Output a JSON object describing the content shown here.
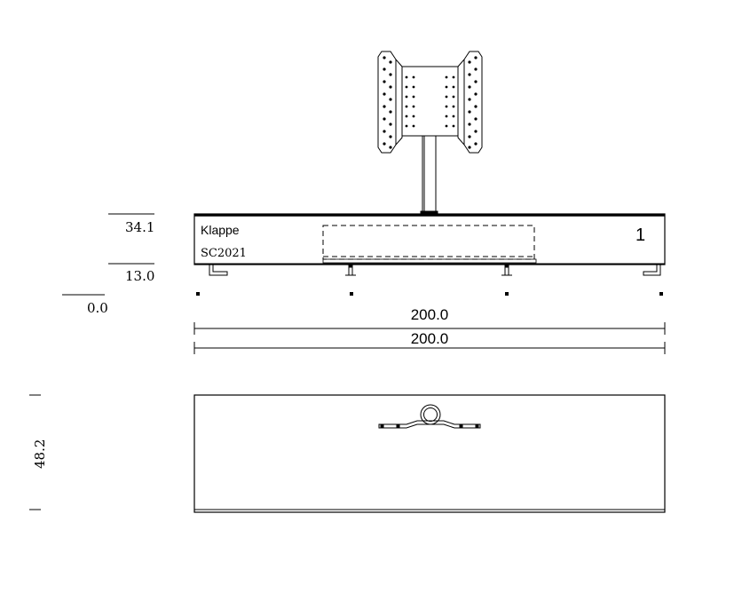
{
  "front_view": {
    "level_top": "34.1",
    "level_mid": "13.0",
    "level_base": "0.0",
    "label": "Klappe",
    "code": "SC2021",
    "number": "1",
    "width_dim_1": "200.0",
    "width_dim_2": "200.0"
  },
  "top_view": {
    "depth_dim": "48.2"
  },
  "colors": {
    "line": "#000000",
    "background": "#ffffff"
  }
}
